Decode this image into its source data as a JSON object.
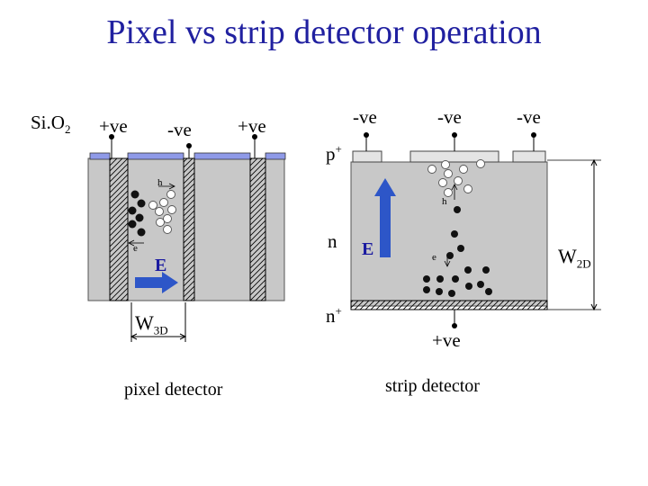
{
  "title": "Pixel vs strip detector operation",
  "pixel": {
    "sio2_base": "Si.O",
    "sio2_sub": "2",
    "top_labels": [
      "+ve",
      "-ve",
      "+ve"
    ],
    "hole_label": "h",
    "electron_label": "e",
    "field_label": "E",
    "width_base": "W",
    "width_sub": "3D",
    "caption": "pixel detector"
  },
  "strip": {
    "top_labels": [
      "-ve",
      "-ve",
      "-ve"
    ],
    "p_base": "p",
    "p_sup": "+",
    "n_label": "n",
    "nplus_base": "n",
    "nplus_sup": "+",
    "field_label": "E",
    "hole_label": "h",
    "electron_label": "e",
    "bottom_label": "+ve",
    "width_base": "W",
    "width_sub": "2D",
    "caption": "strip detector"
  },
  "colors": {
    "title": "#2020a0",
    "bulk": "#c8c8c8",
    "oxide": "#8f9ae8",
    "arrow": "#2d56c8",
    "label_blue": "#1a1aa0"
  }
}
